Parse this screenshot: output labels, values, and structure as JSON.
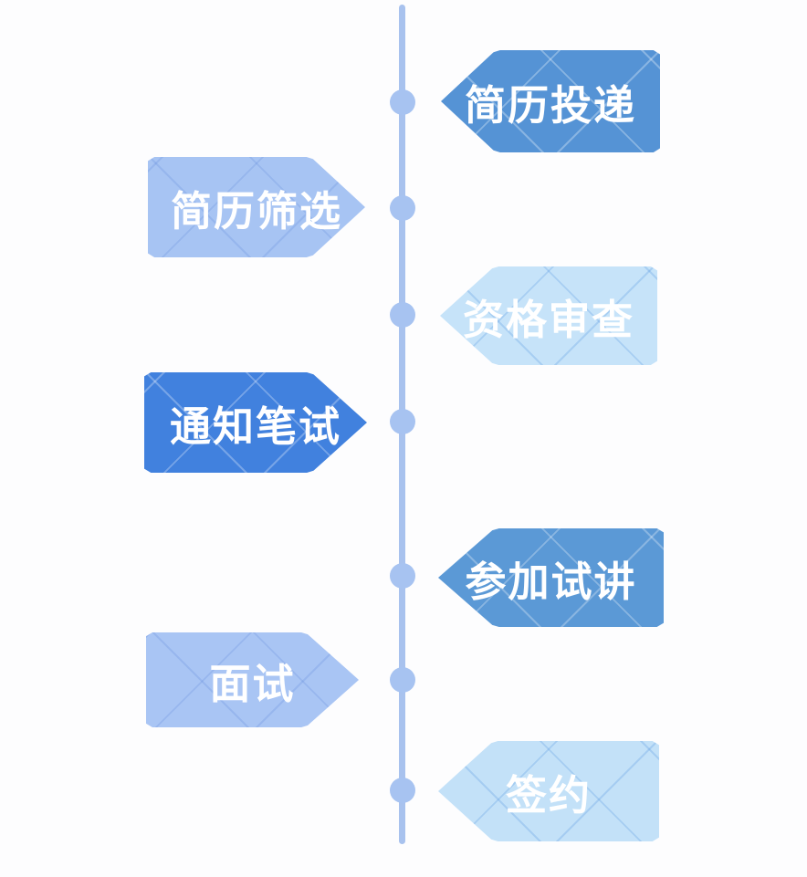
{
  "figure": {
    "type": "vertical-timeline-flow",
    "background_color": "#fdfdfe",
    "timeline": {
      "line_color": "#a8c2ee",
      "dot_color": "#a7c3f1",
      "dot_count": 7
    },
    "steps": [
      {
        "label": "简历投递",
        "side": "right",
        "fill": "#5593d5",
        "pattern_line": "rgba(255,255,255,0.30)",
        "text_color": "#ffffff"
      },
      {
        "label": "简历筛选",
        "side": "left",
        "fill": "#a7c4f3",
        "pattern_line": "rgba(88,130,215,0.22)",
        "text_color": "#ffffff"
      },
      {
        "label": "资格审查",
        "side": "right",
        "fill": "#c6e3f9",
        "pattern_line": "rgba(96,157,226,0.30)",
        "text_color": "#ffffff"
      },
      {
        "label": "通知笔试",
        "side": "left",
        "fill": "#4181de",
        "pattern_line": "rgba(255,255,255,0.28)",
        "text_color": "#ffffff"
      },
      {
        "label": "参加试讲",
        "side": "right",
        "fill": "#5b99d6",
        "pattern_line": "rgba(255,255,255,0.28)",
        "text_color": "#ffffff"
      },
      {
        "label": "面试",
        "side": "left",
        "fill": "#a9c5f4",
        "pattern_line": "rgba(88,130,215,0.22)",
        "text_color": "#ffffff"
      },
      {
        "label": "签约",
        "side": "right",
        "fill": "#c3e1f8",
        "pattern_line": "rgba(96,157,226,0.30)",
        "text_color": "#ffffff"
      }
    ]
  }
}
